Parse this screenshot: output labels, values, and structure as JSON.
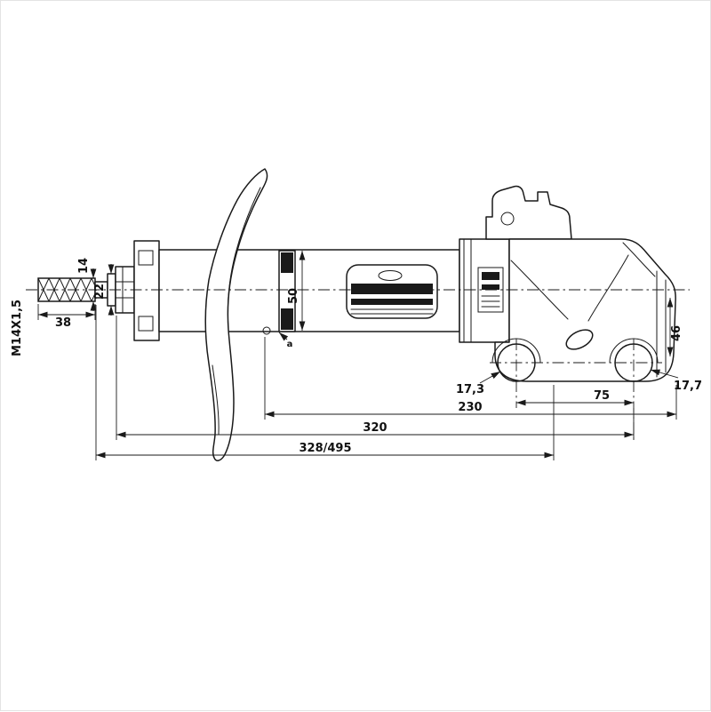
{
  "page": {
    "background": "#ffffff",
    "line_color": "#1a1a1a"
  },
  "diagram": {
    "kind": "technical-drawing",
    "subject": "front suspension strut shock absorber, side view with dimensions",
    "dims": {
      "thread_spec": "M14X1,5",
      "d38": "38",
      "d14": "14",
      "d22": "22",
      "d50": "50",
      "d46": "46",
      "d17_3": "17,3",
      "d17_7": "17,7",
      "d75": "75",
      "d230": "230",
      "d320": "320",
      "d328": "328/495",
      "mark_a": "a"
    }
  }
}
